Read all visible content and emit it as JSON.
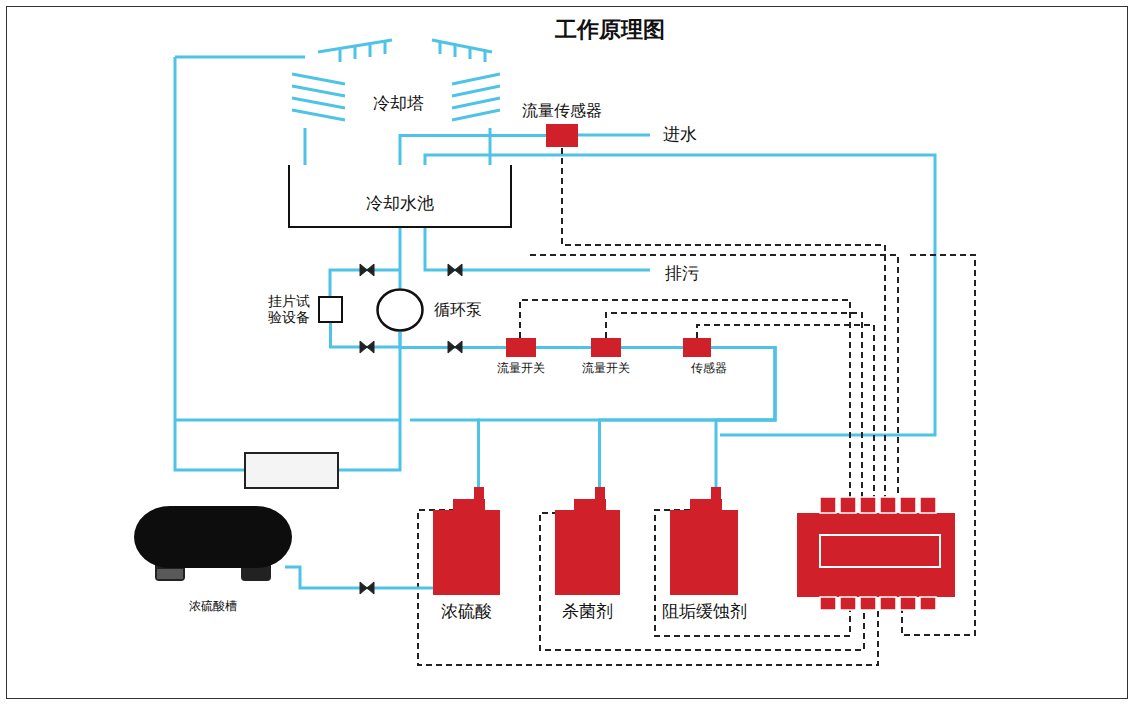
{
  "diagram": {
    "title": "工作原理图",
    "nodes": [
      {
        "text": [
          "流量传感器"
        ]
      },
      {
        "text": [
          "冷却水池"
        ]
      },
      {
        "text": [
          "挂片试验设备"
        ]
      },
      {
        "text": [
          "循环泵"
        ]
      },
      {
        "text": [
          "流量开关"
        ]
      },
      {
        "text": [
          "流量开关"
        ]
      },
      {
        "text": [
          "传感器"
        ]
      },
      {
        "text": [
          "浓硫酸槽"
        ]
      },
      {
        "text": [
          "浓硫酸"
        ]
      },
      {
        "text": [
          "杀菌剂"
        ]
      },
      {
        "text": [
          "阻垢缓蚀剂"
        ]
      }
    ],
    "edges": [
      {
        "from": 0,
        "to": 1,
        "arrow": "none"
      },
      {
        "from": 1,
        "to": 3,
        "arrow": "none"
      },
      {
        "from": 3,
        "to": 2,
        "arrow": "none"
      },
      {
        "from": 3,
        "to": 4,
        "arrow": "none"
      },
      {
        "from": 4,
        "to": 5,
        "arrow": "none"
      },
      {
        "from": 5,
        "to": 6,
        "arrow": "none"
      },
      {
        "from": 6,
        "to": 8,
        "arrow": "none"
      },
      {
        "from": 6,
        "to": 9,
        "arrow": "none"
      },
      {
        "from": 6,
        "to": 10,
        "arrow": "none"
      },
      {
        "from": 7,
        "to": 8,
        "arrow": "none"
      }
    ],
    "labels": [
      "冷却塔",
      "进水",
      "排污"
    ]
  }
}
